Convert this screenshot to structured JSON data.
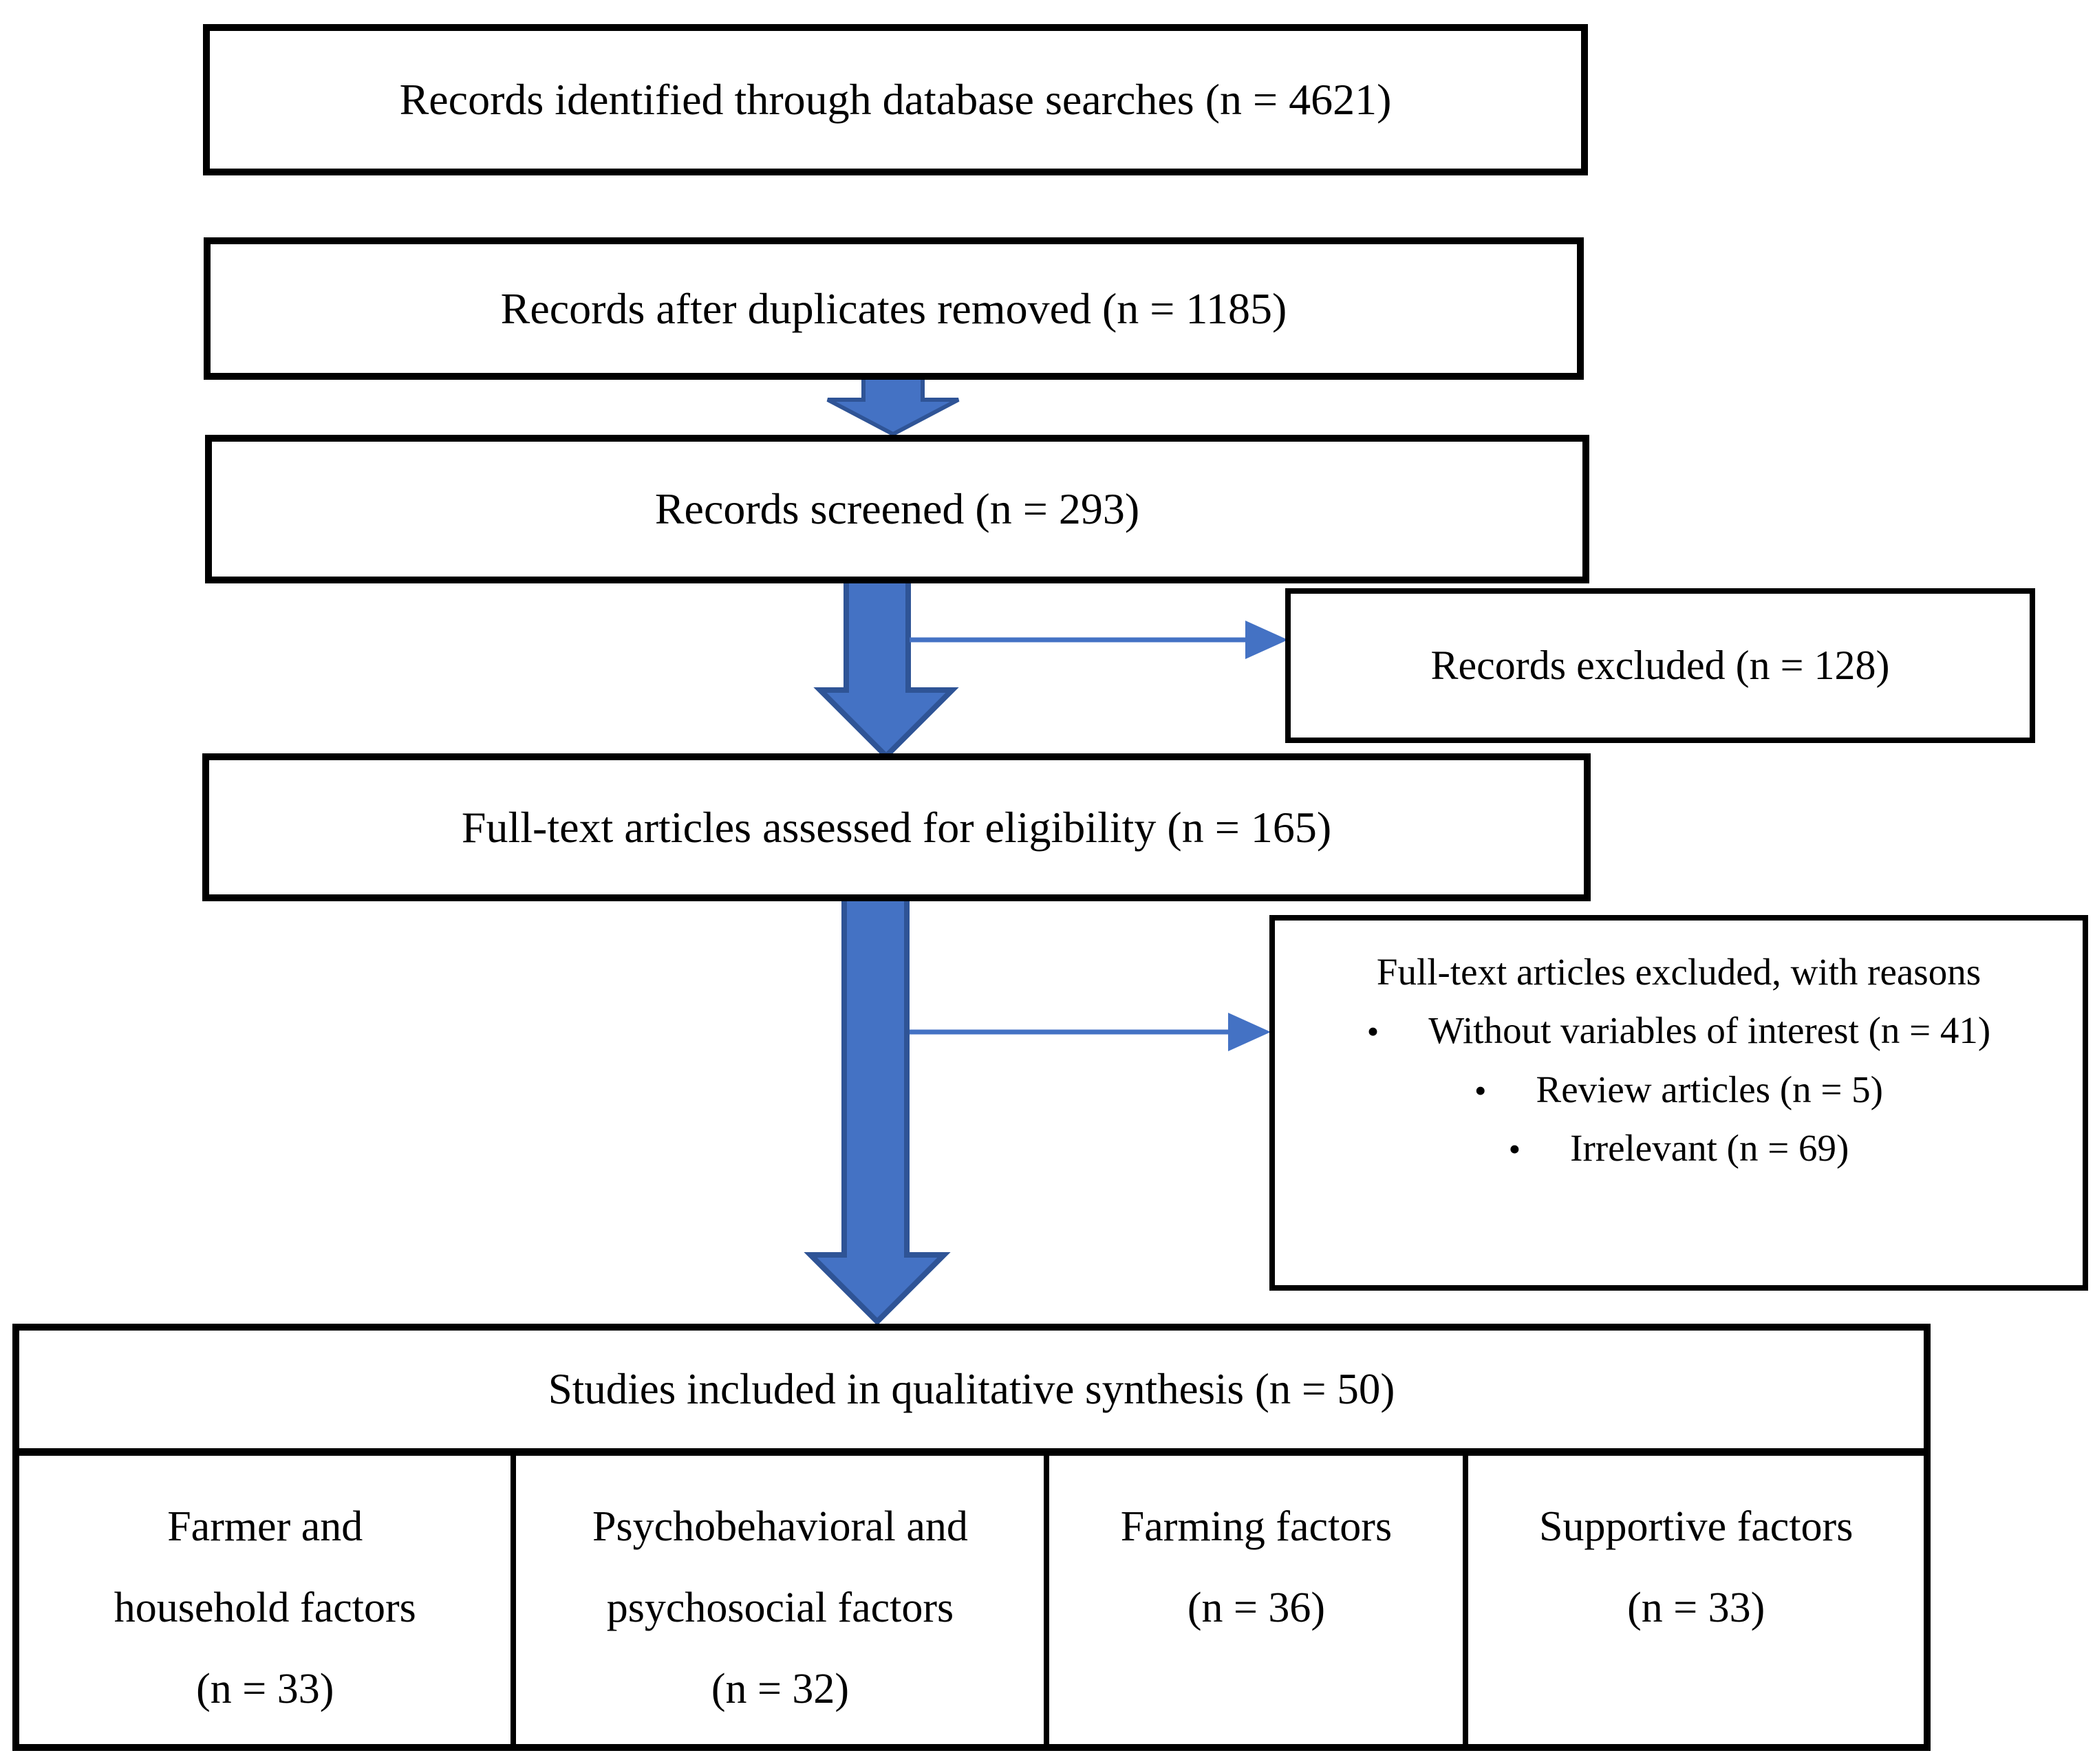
{
  "flowchart": {
    "colors": {
      "arrow_fill": "#4472C4",
      "arrow_stroke": "#2F5496",
      "border": "#000000",
      "box_background": "#ffffff"
    },
    "bullet": "•",
    "boxes": {
      "identified": "Records identified through database searches (n = 4621)",
      "deduplicated": "Records after duplicates removed (n = 1185)",
      "screened": "Records screened (n = 293)",
      "records_excluded": "Records excluded (n = 128)",
      "fulltext_assessed": "Full-text articles assessed for eligibility (n = 165)",
      "fulltext_excluded": {
        "title": "Full-text articles excluded, with reasons",
        "reasons": [
          "Without variables of interest (n = 41)",
          "Review articles (n = 5)",
          "Irrelevant (n = 69)"
        ]
      },
      "included": "Studies included in qualitative synthesis (n = 50)",
      "categories": [
        {
          "lines": [
            "Farmer and",
            "household factors",
            "(n = 33)"
          ]
        },
        {
          "lines": [
            "Psychobehavioral and",
            "psychosocial factors",
            "(n = 32)"
          ]
        },
        {
          "lines": [
            "Farming factors",
            "(n = 36)"
          ]
        },
        {
          "lines": [
            "Supportive factors",
            "(n = 33)"
          ]
        }
      ]
    }
  }
}
